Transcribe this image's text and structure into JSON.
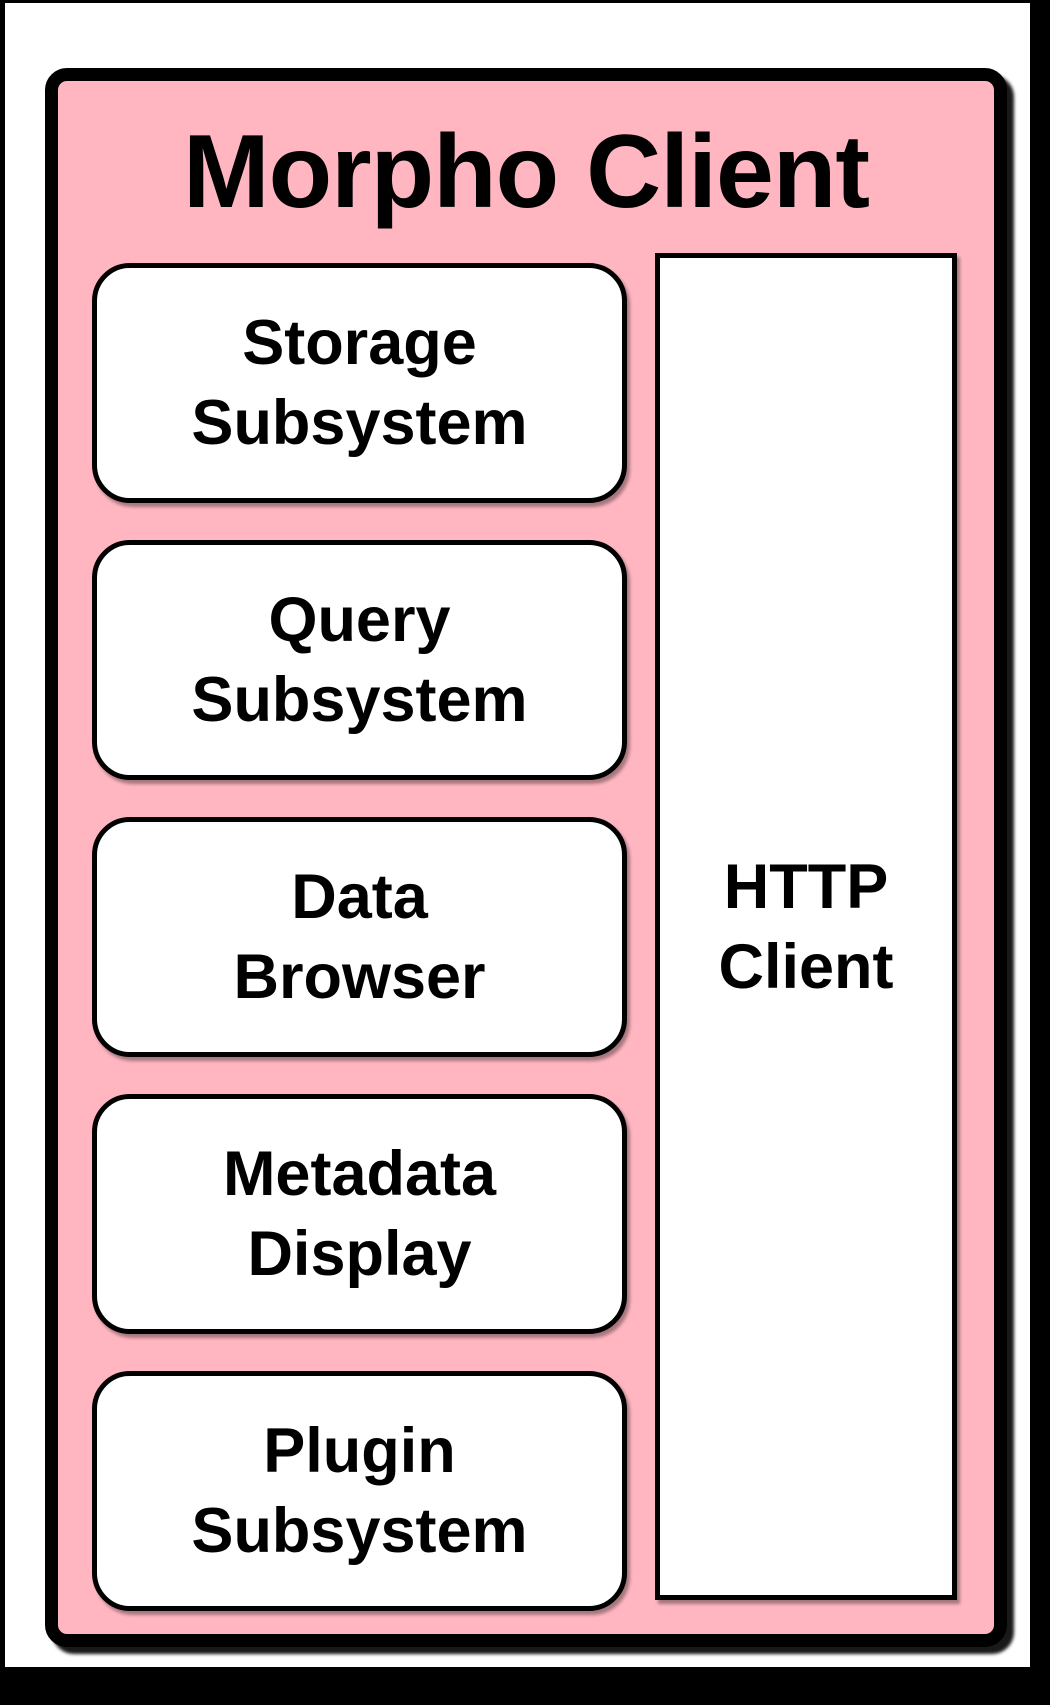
{
  "diagram": {
    "colors": {
      "backdrop": "#000000",
      "page_bg": "#ffffff",
      "cluster_fill": "#ffb6c1",
      "node_fill": "#ffffff",
      "line_and_text": "#000000"
    },
    "cluster": {
      "title": "Morpho Client",
      "nodes": [
        {
          "label": [
            "Storage",
            "Subsystem"
          ]
        },
        {
          "label": [
            "Query",
            "Subsystem"
          ]
        },
        {
          "label": [
            "Data",
            "Browser"
          ]
        },
        {
          "label": [
            "Metadata",
            "Display"
          ]
        },
        {
          "label": [
            "Plugin",
            "Subsystem"
          ]
        }
      ],
      "http_client": {
        "label": [
          "HTTP",
          "Client"
        ]
      }
    }
  }
}
